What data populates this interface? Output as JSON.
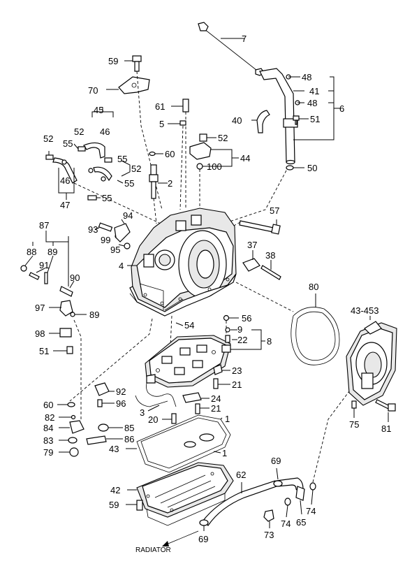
{
  "diagram": {
    "labels": {
      "l7": "7",
      "l59a": "59",
      "l70": "70",
      "l48a": "48",
      "l41": "41",
      "l48b": "48",
      "l6": "6",
      "l61": "61",
      "l5": "5",
      "l40": "40",
      "l51a": "51",
      "l45": "45",
      "l52a": "52",
      "l46a": "46",
      "l52b": "52",
      "l55a": "55",
      "l55b": "55",
      "l52c": "52",
      "l60a": "60",
      "l52d": "52",
      "l44": "44",
      "l100": "100",
      "l50": "50",
      "l46b": "46",
      "l55c": "55",
      "l2": "2",
      "l55d": "55",
      "l47": "47",
      "l57": "57",
      "l87": "87",
      "l94": "94",
      "l93": "93",
      "l88": "88",
      "l91": "91",
      "l89a": "89",
      "l99": "99",
      "l95": "95",
      "l37": "37",
      "l38": "38",
      "l4": "4",
      "l90": "90",
      "l80": "80",
      "l97": "97",
      "l89b": "89",
      "l43453": "43-453",
      "l56": "56",
      "l54": "54",
      "l9": "9",
      "l98": "98",
      "l22": "22",
      "l8": "8",
      "l51b": "51",
      "l23": "23",
      "l21a": "21",
      "l92": "92",
      "l60b": "60",
      "l96": "96",
      "l3": "3",
      "l24": "24",
      "l21b": "21",
      "l82": "82",
      "l20": "20",
      "l1a": "1",
      "l84": "84",
      "l85": "85",
      "l75": "75",
      "l81": "81",
      "l83": "83",
      "l86": "86",
      "l43": "43",
      "l1b": "1",
      "l79": "79",
      "l69a": "69",
      "l62": "62",
      "l42": "42",
      "l59b": "59",
      "l74a": "74",
      "l74b": "74",
      "l65": "65",
      "l73": "73",
      "l69b": "69"
    },
    "radiator": "RADIATOR"
  }
}
